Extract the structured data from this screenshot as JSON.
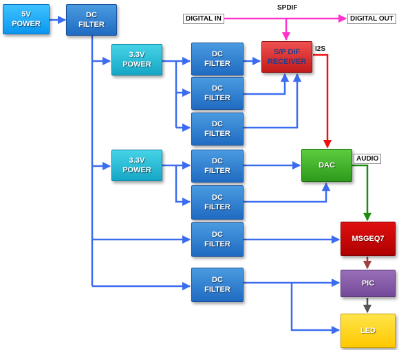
{
  "blocks": {
    "power_5v": "5V\nPOWER",
    "dc_filter_main": "DC\nFILTER",
    "power_33_a": "3.3V\nPOWER",
    "power_33_b": "3.3V\nPOWER",
    "dc_filter_1": "DC\nFILTER",
    "dc_filter_2": "DC\nFILTER",
    "dc_filter_3": "DC\nFILTER",
    "dc_filter_4": "DC\nFILTER",
    "dc_filter_5": "DC\nFILTER",
    "dc_filter_6": "DC\nFILTER",
    "dc_filter_7": "DC\nFILTER",
    "spdif_receiver": "S/P DIF\nRECEIVER",
    "dac": "DAC",
    "msgeq7": "MSGEQ7",
    "pic": "PIC",
    "led": "LED"
  },
  "labels": {
    "digital_in": "DIGITAL IN",
    "digital_out": "DIGITAL OUT",
    "spdif": "SPDIF",
    "i2s": "I2S",
    "audio": "AUDIO"
  },
  "colors": {
    "power_wire": "#3b6cf0",
    "spdif_wire": "#ff33cc",
    "i2s_wire": "#ee1111",
    "audio_wire": "#1e8c10",
    "msgeq_wire": "#a04040",
    "pic_wire": "#555555"
  }
}
